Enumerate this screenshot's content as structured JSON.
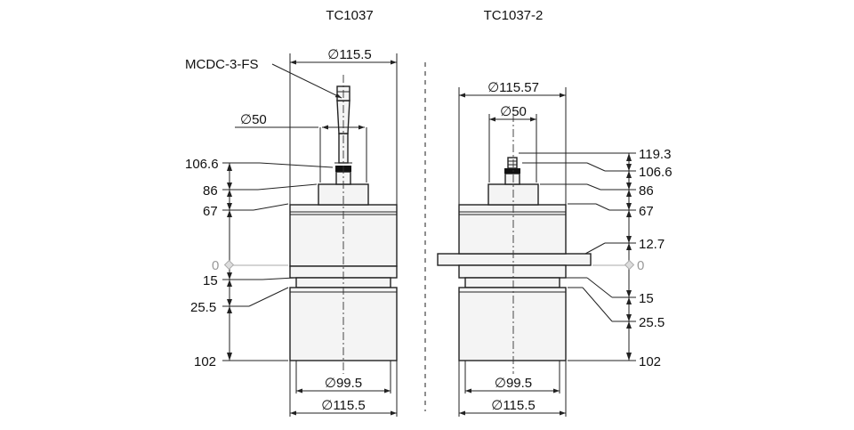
{
  "left": {
    "title": "TC1037",
    "connector": "MCDC-3-FS",
    "dia_top": "115.5",
    "dia_pin": "50",
    "dia_bottom_inner": "99.5",
    "dia_bottom_outer": "115.5",
    "heights": {
      "h1066": "106.6",
      "h86": "86",
      "h67": "67",
      "h0": "0",
      "h15": "15",
      "h255": "25.5",
      "h102": "102"
    }
  },
  "right": {
    "title": "TC1037-2",
    "dia_top": "115.57",
    "dia_pin": "50",
    "dia_bottom_inner": "99.5",
    "dia_bottom_outer": "115.5",
    "heights": {
      "h1193": "119.3",
      "h1066": "106.6",
      "h86": "86",
      "h67": "67",
      "h127": "12.7",
      "h0": "0",
      "h15": "15",
      "h255": "25.5",
      "h102": "102"
    }
  },
  "symbols": {
    "diameter": "∅"
  }
}
